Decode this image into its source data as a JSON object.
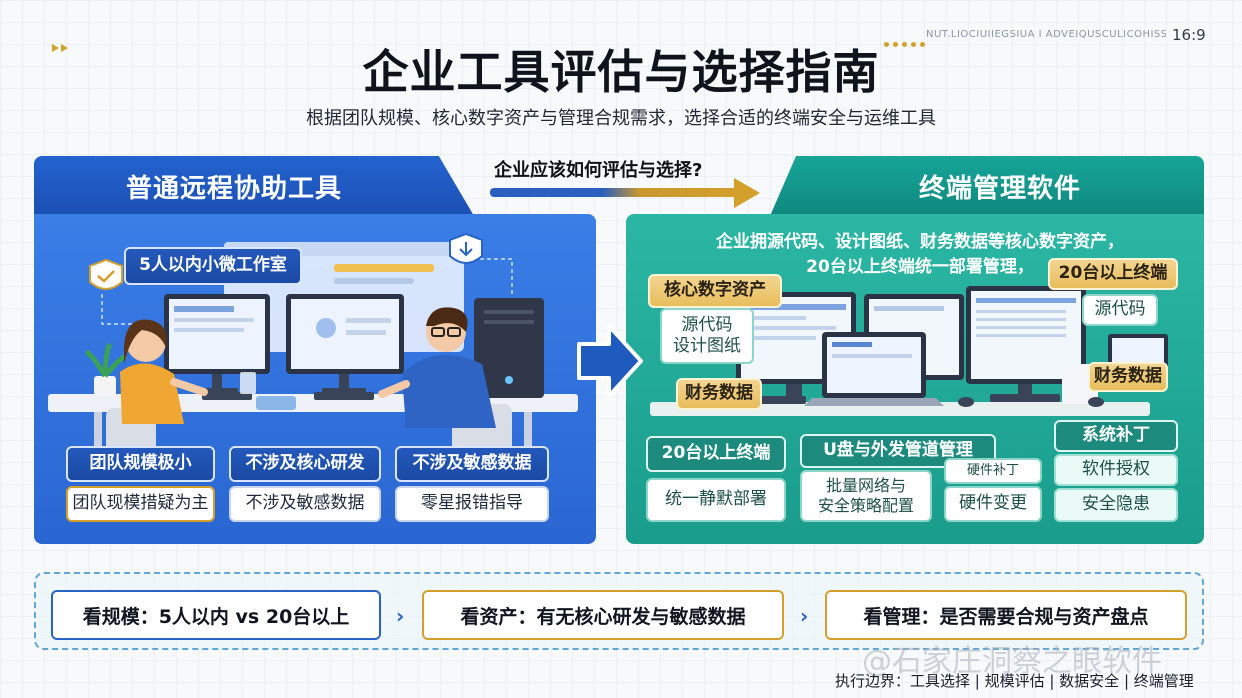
{
  "header": {
    "ratio_label": "16:9",
    "blurred_caption": "NUT.LIOCIUIIEGSIUA I ADVEIQUSCULICOHISSUV",
    "title": "企业工具评估与选择指南",
    "subtitle": "根据团队规模、核心数字资产与管理合规需求，选择合适的终端安全与运维工具"
  },
  "middle": {
    "question": "企业应该如何评估与选择?"
  },
  "left_panel": {
    "title": "普通远程协助工具",
    "scene_tag": "5人以内小微工作室",
    "row1": [
      "团队规模极小",
      "不涉及核心研发",
      "不涉及敏感数据"
    ],
    "row2": [
      "团队现模措疑为主",
      "不涉及敏感数据",
      "零星报错指导"
    ]
  },
  "right_panel": {
    "title": "终端管理软件",
    "description_line1": "企业拥源代码、设计图纸、财务数据等核心数字资产，",
    "description_line2": "20台以上终端统一部署管理，",
    "tags": {
      "core_assets": "核心数字资产",
      "code_design": "源代码\n设计图纸",
      "finance": "财务数据",
      "over20_top": "20台以上终端",
      "source_code": "源代码",
      "finance_right": "财务数据",
      "over20_bottom": "20台以上终端",
      "silent_deploy": "统一静默部署",
      "usb_mgmt": "U盘与外发管道管理",
      "network_policy": "批量网络与\n安全策略配置",
      "hw_patch": "硬件补丁",
      "hw_change": "硬件变更",
      "sys_patch": "系统补丁",
      "sw_license": "软件授权",
      "security_risk": "安全隐患"
    }
  },
  "criteria": [
    "看规模：5人以内 vs 20台以上",
    "看资产：有无核心研发与敏感数据",
    "看管理：是否需要合规与资产盘点"
  ],
  "watermark": "@石家庄洞察之眼软件",
  "footer": "执行边界：工具选择 | 规模评估 | 数据安全 | 终端管理",
  "colors": {
    "blue_primary": "#2a66d2",
    "teal_primary": "#1a9c8b",
    "gold_accent": "#d4a02c"
  }
}
